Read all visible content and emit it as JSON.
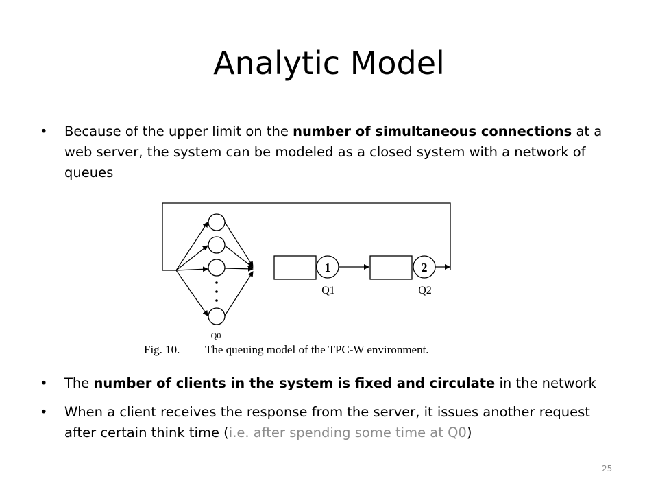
{
  "slide": {
    "title": "Analytic Model",
    "page_number": "25"
  },
  "bullets": [
    {
      "marker": "•",
      "pre": "Because of the upper limit on the ",
      "bold": "number of simultaneous connections",
      "post": " at a web server, the system can be modeled as a closed system with a network of queues"
    },
    {
      "marker": "•",
      "pre": "The ",
      "bold": "number of clients in the system is fixed and circulate",
      "post": " in the network"
    },
    {
      "marker": "•",
      "pre": "When a client receives the response from the server, it issues another request after certain think time (",
      "gray": "i.e. after spending some time at Q0",
      "post": ")"
    }
  ],
  "figure": {
    "node1_label": "1",
    "node2_label": "2",
    "q1_label": "Q1",
    "q2_label": "Q2",
    "q0_label": "Q0",
    "caption_fig": "Fig. 10.",
    "caption_text": "The queuing model of the TPC-W environment."
  }
}
